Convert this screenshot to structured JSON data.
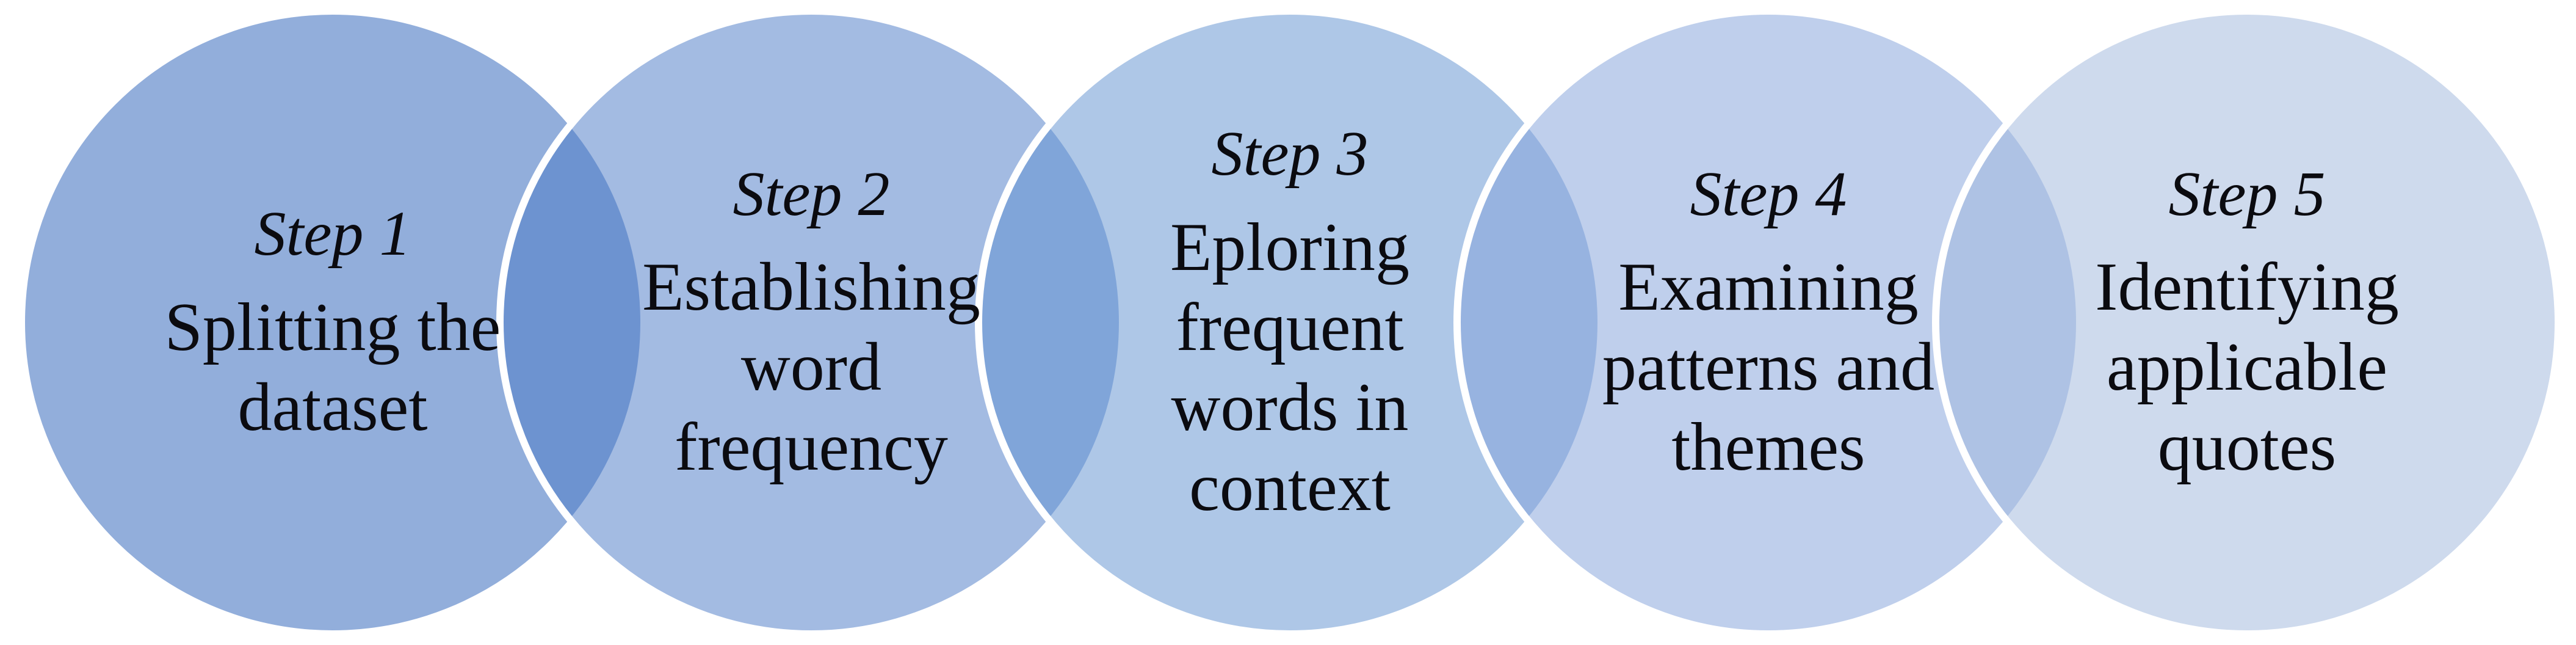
{
  "diagram": {
    "steps": [
      {
        "label": "Step 1",
        "lines": [
          "Splitting the",
          "dataset"
        ],
        "fill": "#92AEDB"
      },
      {
        "label": "Step 2",
        "lines": [
          "Establishing",
          "word",
          "frequency"
        ],
        "fill": "rgba(71,119,197,0.5)"
      },
      {
        "label": "Step 3",
        "lines": [
          "Eploring",
          "frequent",
          "words in",
          "context"
        ],
        "fill": "rgba(93,143,207,0.5)"
      },
      {
        "label": "Step 4",
        "lines": [
          "Examining",
          "patterns and",
          "themes"
        ],
        "fill": "rgba(127,159,217,0.5)"
      },
      {
        "label": "Step 5",
        "lines": [
          "Identifying",
          "applicable",
          "quotes"
        ],
        "fill": "rgba(157,181,219,0.5)"
      }
    ],
    "colors": {
      "circle_outline": "#FFFFFF",
      "text": "#0B0B10",
      "step_fills_apparent": [
        "#92AEDB",
        "#A3BBE2",
        "#AEC6E7",
        "#BFCFEC",
        "#CEDAED"
      ],
      "overlap_fills_apparent": [
        "#6C92D0",
        "#7EA4D7",
        "#95B1DE",
        "#ACC0E2"
      ]
    }
  }
}
